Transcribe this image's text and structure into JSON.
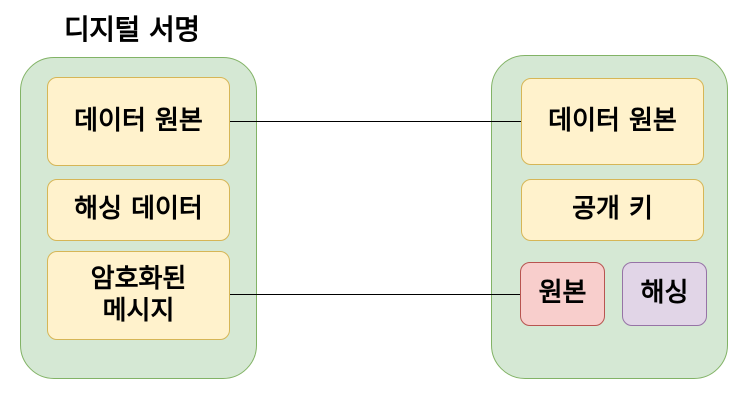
{
  "title": "디지털 서명",
  "left_panel": {
    "items": [
      {
        "label": "데이터 원본"
      },
      {
        "label": "해싱 데이터"
      },
      {
        "label": "암호화된\n메시지"
      }
    ]
  },
  "right_panel": {
    "items": [
      {
        "label": "데이터 원본"
      },
      {
        "label": "공개 키"
      },
      {
        "label": "원본"
      },
      {
        "label": "해싱"
      }
    ]
  },
  "colors": {
    "panel_fill": "#d5e8d4",
    "box_fill": "#fff2cc",
    "original_fill": "#f8cecc",
    "hash_fill": "#e1d5e7"
  }
}
